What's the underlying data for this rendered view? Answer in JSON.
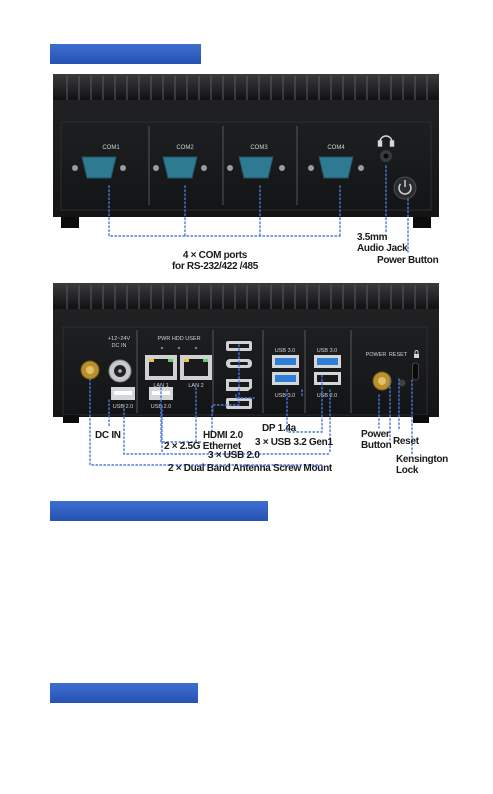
{
  "colors": {
    "accent": "#2e5fc6",
    "chassis": "#1c1d1f",
    "leader": "#4a78d8"
  },
  "front": {
    "ports": [
      "COM1",
      "COM2",
      "COM3",
      "COM4"
    ],
    "callouts": {
      "com_line1": "4 × COM ports",
      "com_line2": "for RS-232/422 /485",
      "audio_line1": "3.5mm",
      "audio_line2": "Audio Jack",
      "power": "Power Button"
    }
  },
  "rear": {
    "silk": {
      "dcin_line1": "+12~24V",
      "dcin_line2": "DC IN",
      "pwr_hdd_user": "PWR  HDD USER",
      "lan1": "LAN 1",
      "lan2": "LAN 2",
      "usb20_a": "USB 2.0",
      "usb20_b": "USB 2.0",
      "usb30_a": "USB 3.0",
      "usb30_b": "USB 3.0",
      "usb30_c": "USB 3.0",
      "usb20_c": "USB 2.0",
      "power": "POWER",
      "reset": "RESET"
    },
    "callouts": {
      "dc_in": "DC IN",
      "dp": "DP 1.4a",
      "hdmi": "HDMI 2.0",
      "ethernet": "2 × 2.5G Ethernet",
      "usb32": "3 × USB 3.2 Gen1",
      "usb20": "3 × USB 2.0",
      "antenna": "2 × Dual Band Antenna Screw Mount",
      "power_line1": "Power",
      "power_line2": "Button",
      "reset": "Reset",
      "kensington_line1": "Kensington",
      "kensington_line2": "Lock"
    }
  }
}
